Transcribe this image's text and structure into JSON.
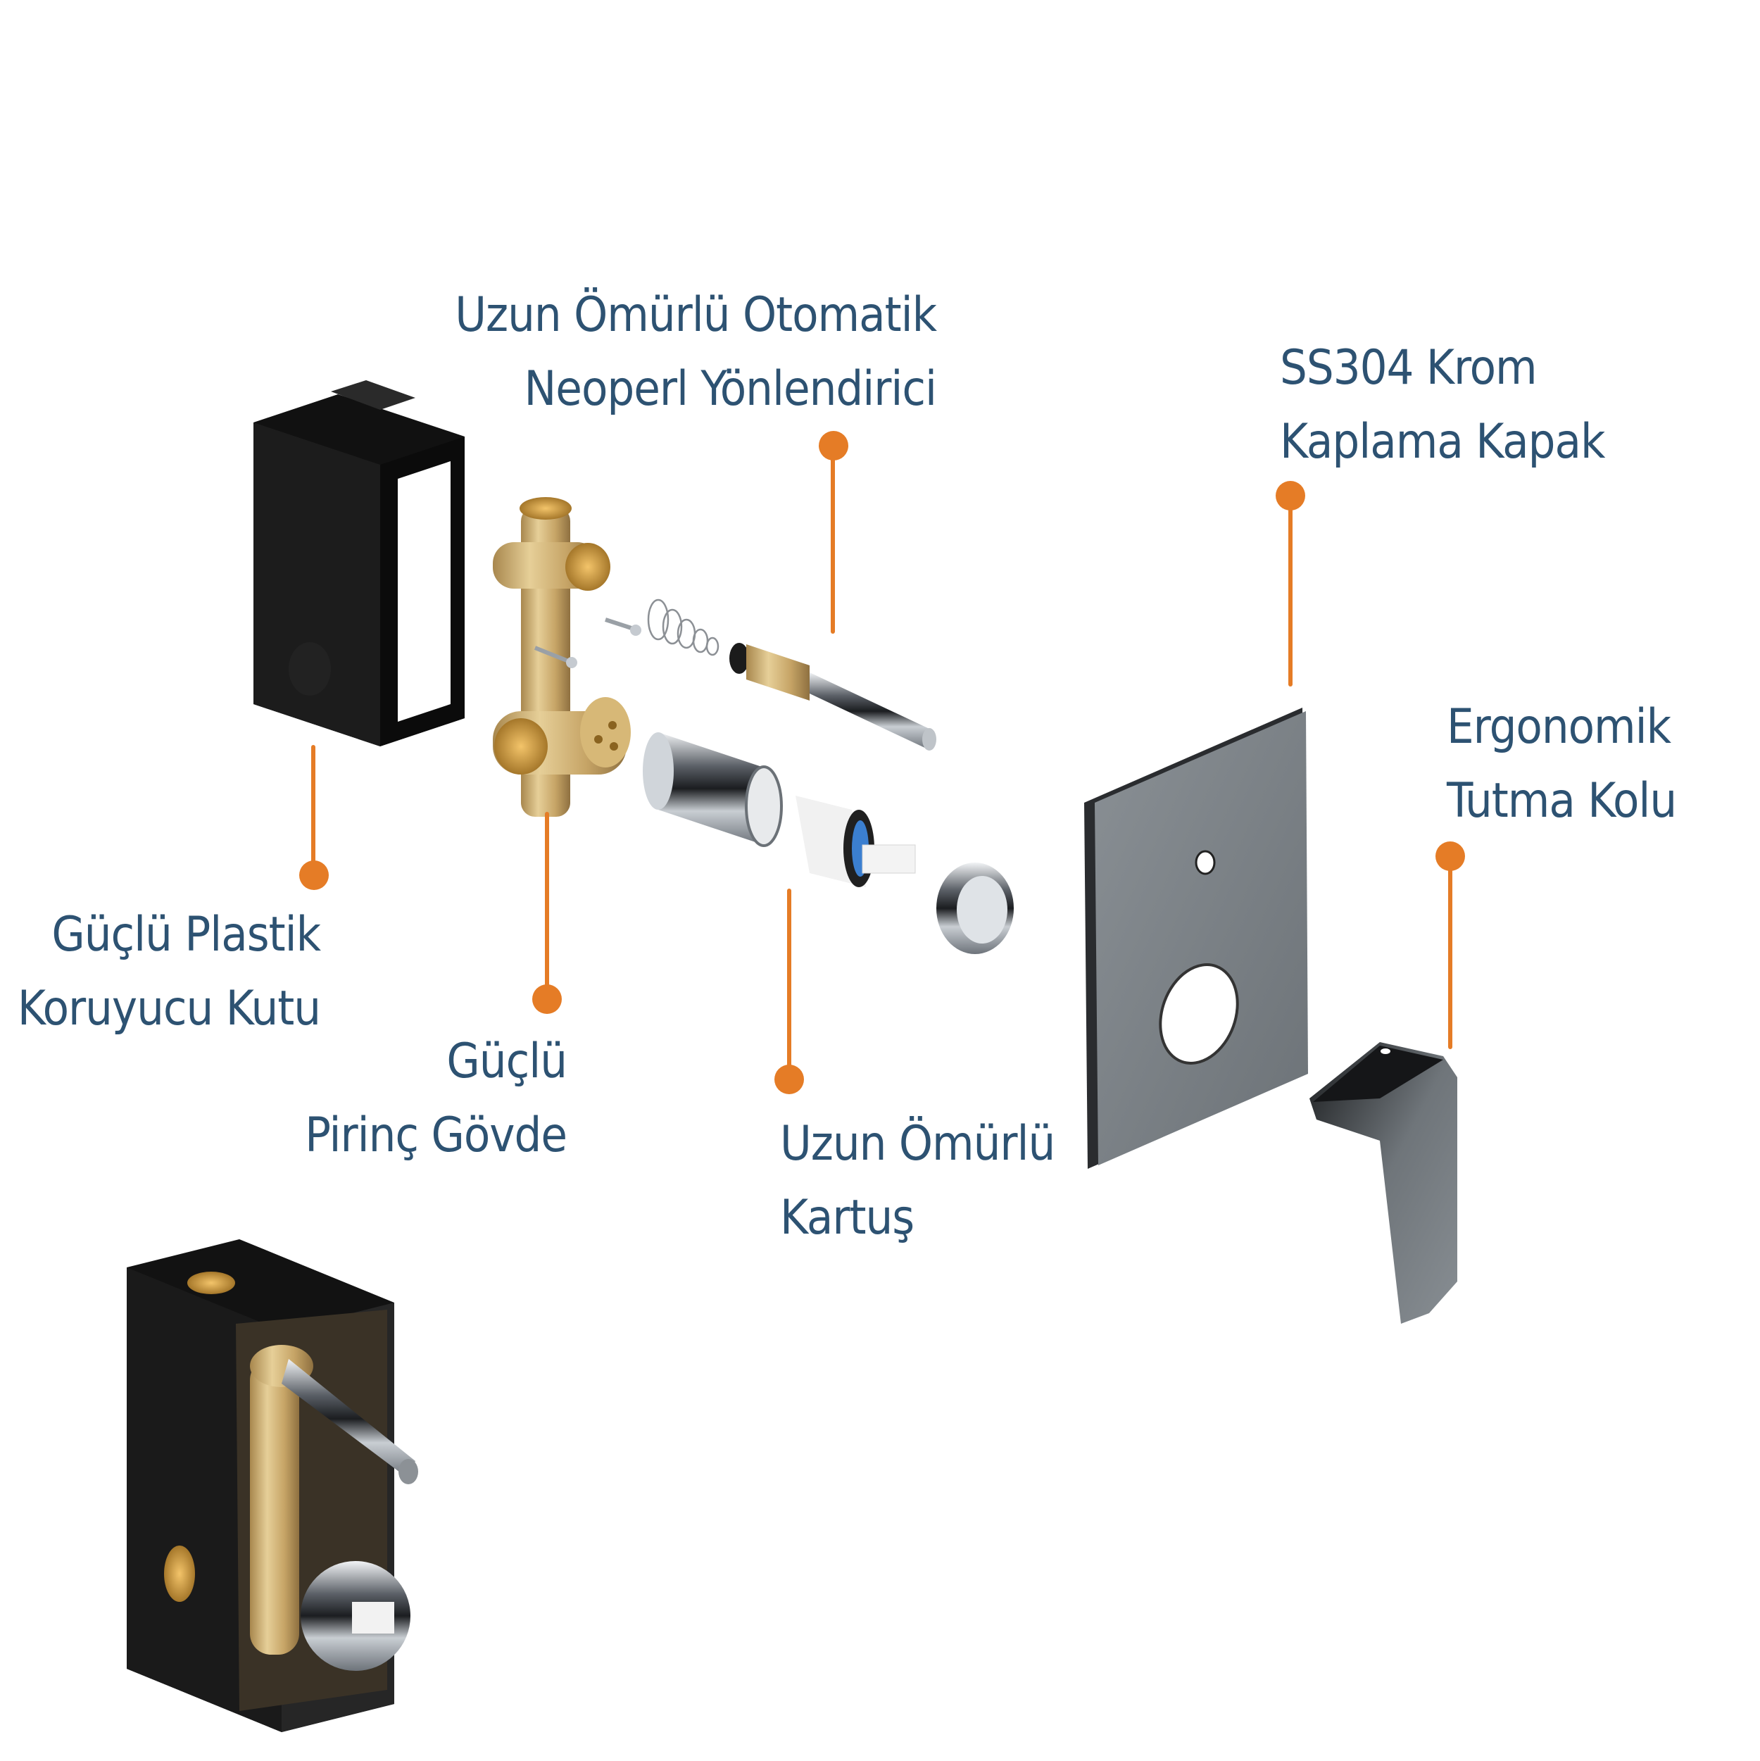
{
  "colors": {
    "label_text": "#2d5272",
    "callout_accent": "#e57c26",
    "background": "#ffffff",
    "plastic_box": "#141414",
    "brass": "#c9a86a",
    "chrome": "#7b8084"
  },
  "callouts": [
    {
      "id": "diverter",
      "lines": [
        "Uzun Ömürlü Otomatik",
        "Neoperl Yönlendirici"
      ]
    },
    {
      "id": "cover-plate",
      "lines": [
        "SS304 Krom",
        "Kaplama Kapak"
      ]
    },
    {
      "id": "handle",
      "lines": [
        "Ergonomik",
        "Tutma Kolu"
      ]
    },
    {
      "id": "plastic-box",
      "lines": [
        "Güçlü Plastik",
        "Koruyucu Kutu"
      ]
    },
    {
      "id": "brass-body",
      "lines": [
        "Güçlü",
        "Pirinç Gövde"
      ]
    },
    {
      "id": "cartridge",
      "lines": [
        "Uzun Ömürlü",
        "Kartuş"
      ]
    }
  ],
  "components": [
    "plastic-protective-box",
    "brass-valve-body",
    "screws",
    "spring",
    "diverter-stem",
    "chrome-sleeve",
    "ceramic-cartridge",
    "chrome-ring",
    "cover-plate",
    "lever-handle",
    "assembled-unit"
  ]
}
